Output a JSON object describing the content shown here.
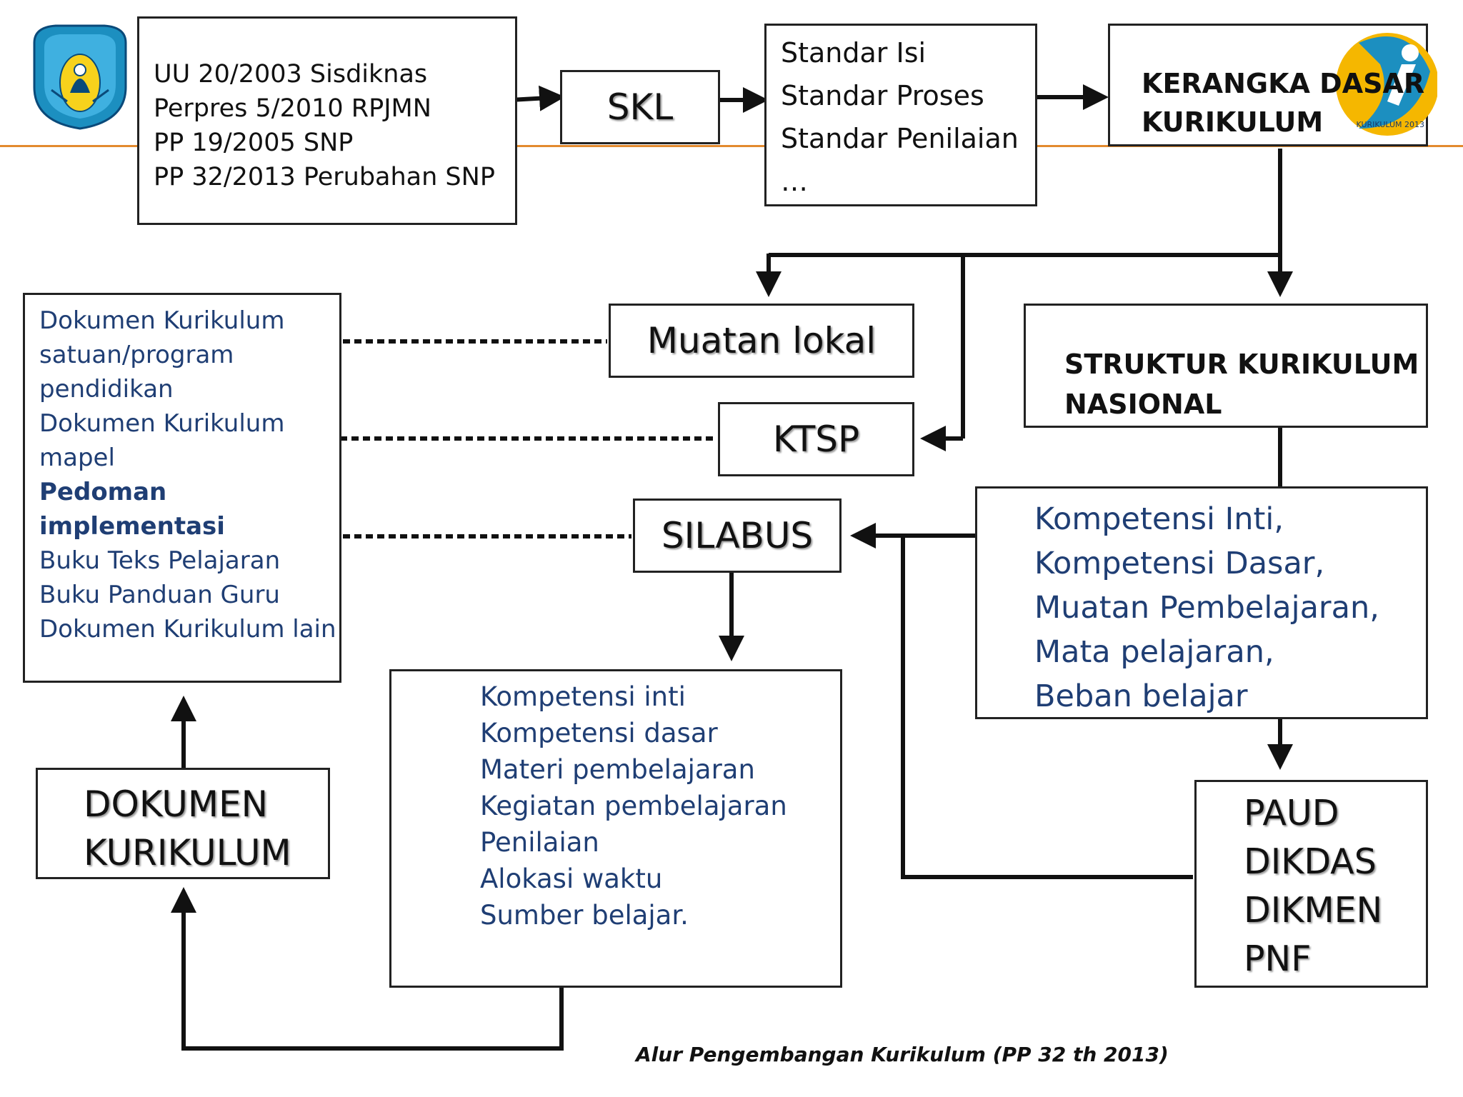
{
  "top": {
    "legal_basis": [
      "UU 20/2003 Sisdiknas",
      "Perpres 5/2010 RPJMN",
      "PP 19/2005 SNP",
      "PP 32/2013 Perubahan SNP"
    ],
    "skl": "SKL",
    "standards": [
      "Standar Isi",
      "Standar Proses",
      "Standar Penilaian",
      "…"
    ],
    "kerangka": [
      "KERANGKA DASAR",
      "KURIKULUM"
    ],
    "kurikulum_logo_text": "KURIKULUM 2013"
  },
  "left_doc_list": [
    "Dokumen Kurikulum",
    "satuan/program",
    "pendidikan",
    "Dokumen Kurikulum",
    "mapel",
    "Pedoman implementasi",
    "Buku Teks Pelajaran",
    "Buku Panduan Guru",
    "Dokumen Kurikulum lain"
  ],
  "muatan_lokal": "Muatan lokal",
  "ktsp": "KTSP",
  "silabus": "SILABUS",
  "struktur": [
    "STRUKTUR KURIKULUM",
    "NASIONAL"
  ],
  "kompetensi_list": [
    "Kompetensi Inti,",
    "Kompetensi Dasar,",
    "Muatan Pembelajaran,",
    "Mata pelajaran,",
    "Beban belajar"
  ],
  "silabus_content": [
    "Kompetensi inti",
    "Kompetensi dasar",
    "Materi pembelajaran",
    "Kegiatan pembelajaran",
    "Penilaian",
    "Alokasi waktu",
    "Sumber belajar."
  ],
  "dokumen_kurikulum": [
    "DOKUMEN",
    "KURIKULUM"
  ],
  "levels": [
    "PAUD",
    "DIKDAS",
    "DIKMEN",
    "PNF"
  ],
  "caption": "Alur Pengembangan Kurikulum (PP 32 th 2013)",
  "colors": {
    "accent_line": "#e38a2e",
    "text_blue": "#1f3e74",
    "logo_blue": "#1c8fc0",
    "logo_yellow": "#f5b700"
  }
}
